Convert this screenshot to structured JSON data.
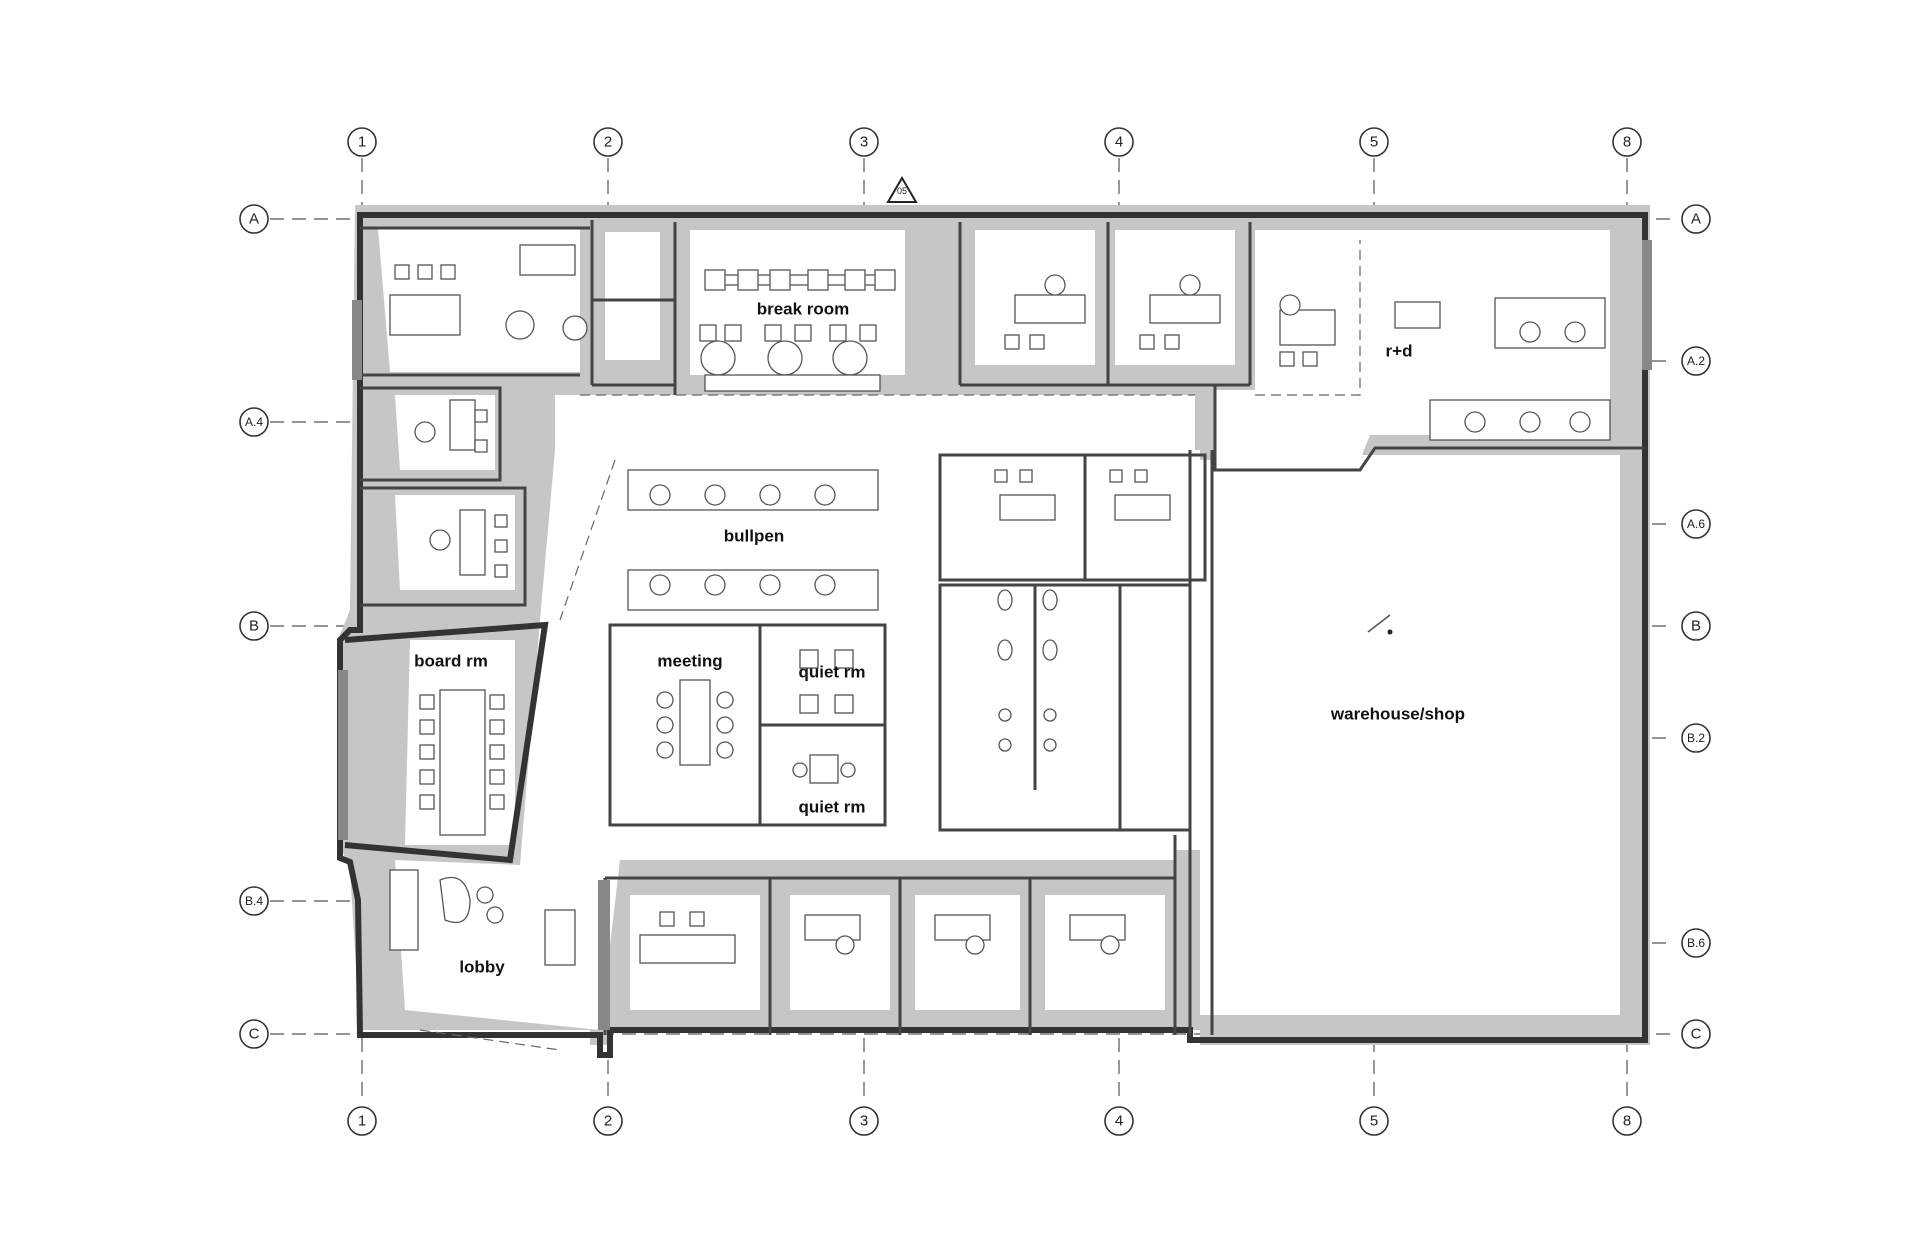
{
  "plan": {
    "column_grids": [
      "1",
      "2",
      "3",
      "4",
      "5",
      "8"
    ],
    "row_grids": [
      "A",
      "A.2",
      "A.4",
      "A.6",
      "B",
      "B.2",
      "B.4",
      "B.6",
      "C"
    ],
    "north_marker": "05",
    "rooms": {
      "break_room": "break room",
      "r_d": "r+d",
      "bullpen": "bullpen",
      "board_rm": "board rm",
      "meeting": "meeting",
      "quiet_rm_1": "quiet rm",
      "quiet_rm_2": "quiet rm",
      "warehouse": "warehouse/shop",
      "lobby": "lobby"
    }
  }
}
